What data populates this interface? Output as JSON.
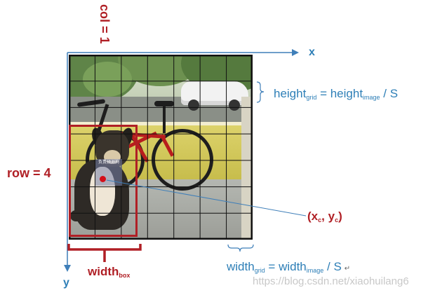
{
  "labels": {
    "col": "col = 1",
    "row": "row = 4",
    "x_axis": "x",
    "y_axis": "y",
    "height_grid": {
      "base": "height",
      "sub": "grid",
      "eq": " = ",
      "rhs_base": "height",
      "rhs_sub": "image",
      "rhs_tail": " / S"
    },
    "width_grid": {
      "base": "width",
      "sub": "grid",
      "eq": " = ",
      "rhs_base": "width",
      "rhs_sub": "image",
      "rhs_tail": " / S",
      "mark": "↵"
    },
    "center": {
      "open": "(",
      "x": "x",
      "xsub": "c",
      "sep": ", ",
      "y": "y",
      "ysub": "c",
      "close": ")"
    },
    "width_box": {
      "base": "width",
      "sub": "box"
    },
    "cell_text": "负责预测狗",
    "watermark": "https://blog.csdn.net/xiaohuilang6"
  },
  "grid": {
    "rows": 7,
    "cols": 7
  },
  "colors": {
    "red": "#b01f25",
    "blue": "#2e7fb7",
    "grid": "#111111"
  }
}
